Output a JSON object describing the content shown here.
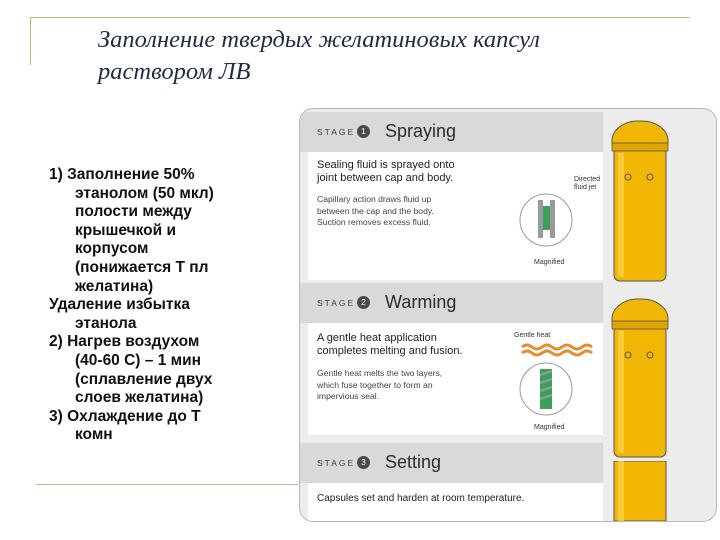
{
  "slide": {
    "title_lines": [
      "Заполнение твердых желатиновых капсул",
      "раствором ЛВ"
    ],
    "body_lines": [
      "1) Заполнение 50%",
      "этанолом (50 мкл)",
      "полости между",
      "крышечкой и",
      "корпусом",
      "(понижается Т пл",
      "желатина)",
      "Удаление избытка",
      "этанола",
      "2) Нагрев воздухом",
      "(40-60 С) – 1 мин",
      "(сплавление двух",
      "слоев желатина)",
      "3) Охлаждение до Т",
      "комн"
    ]
  },
  "figure": {
    "stage_word": "STAGE",
    "colors": {
      "capsule": "#f2b705",
      "capsule_dark": "#c98e00",
      "seal_green": "#3aa15a",
      "heat_orange": "#e88b2e"
    },
    "stages": [
      {
        "number": "1",
        "name": "Spraying",
        "lead": [
          "Sealing fluid is sprayed onto",
          "joint between cap and body."
        ],
        "detail": [
          "Capillary action draws fluid up",
          "between the cap and the body.",
          "Suction removes excess fluid."
        ],
        "magnified": "Magnified",
        "jet_label": [
          "Directed",
          "fluid jet"
        ]
      },
      {
        "number": "2",
        "name": "Warming",
        "lead": [
          "A gentle heat application",
          "completes melting and fusion."
        ],
        "detail": [
          "Gentle heat melts the two layers,",
          "which fuse together to form an",
          "impervious seal."
        ],
        "magnified": "Magnified",
        "heat_label": "Gentle heat"
      },
      {
        "number": "3",
        "name": "Setting",
        "lead": [
          "Capsules set and harden at room temperature."
        ]
      }
    ]
  }
}
